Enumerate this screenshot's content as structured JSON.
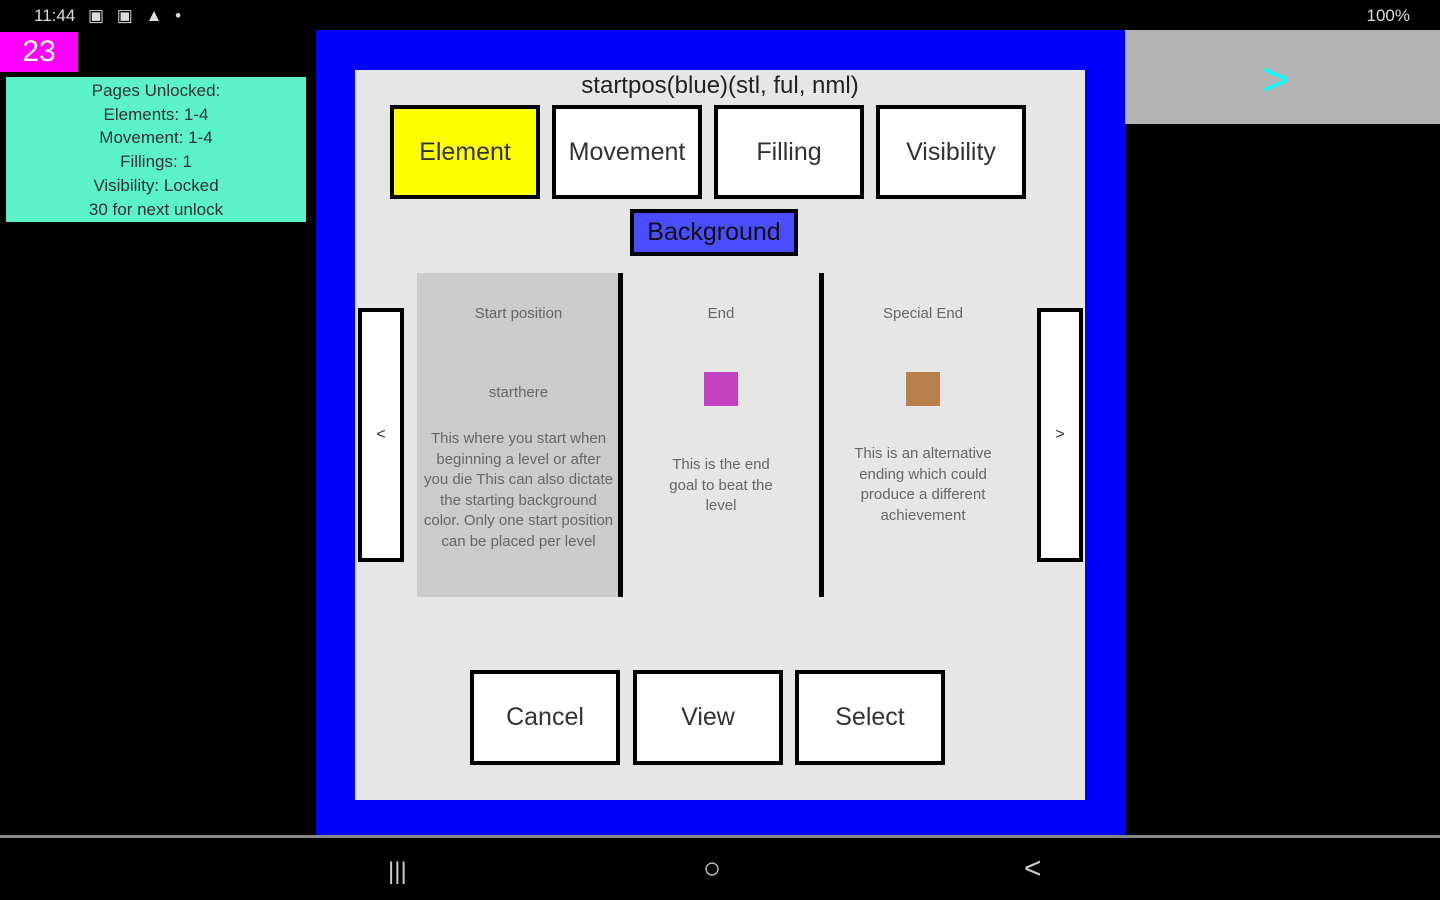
{
  "status": {
    "time": "11:44",
    "icons": "▣ ▣ ▲ •",
    "battery": "100%"
  },
  "score": "23",
  "unlock": {
    "lines": [
      "Pages Unlocked:",
      "Elements: 1-4",
      "Movement: 1-4",
      "Fillings: 1",
      "Visibility: Locked",
      "30 for next unlock"
    ]
  },
  "next_label": ">",
  "dialog": {
    "title": "startpos(blue)(stl, ful, nml)",
    "tabs": [
      "Element",
      "Movement",
      "Filling",
      "Visibility"
    ],
    "active_tab_color": "#ffff00",
    "background_label": "Background",
    "prev": "<",
    "next": ">",
    "items": [
      {
        "name": "Start position",
        "label": "starthere",
        "desc": "This where you start when beginning a level or after you die This can also dictate the starting background color. Only one start position can be placed per level"
      },
      {
        "name": "End",
        "color": "#c040c0",
        "desc": "This is the end goal to beat the level"
      },
      {
        "name": "Special End",
        "color": "#b8804a",
        "desc": "This is an alternative ending which could produce a different achievement"
      }
    ],
    "buttons": [
      "Cancel",
      "View",
      "Select"
    ]
  },
  "navbar": {
    "recents": "|||",
    "home": "○",
    "back": "<"
  }
}
